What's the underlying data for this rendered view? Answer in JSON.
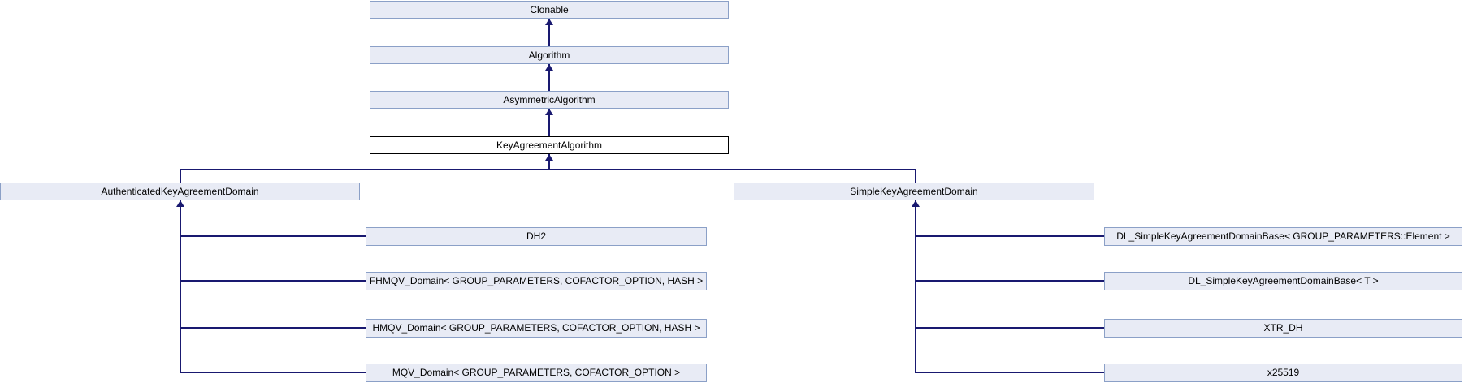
{
  "diagram": {
    "title": "Inheritance diagram for KeyAgreementAlgorithm",
    "colors": {
      "node_fill": "#E8EBF5",
      "node_border": "#8BA0C7",
      "edge": "#191970",
      "current_node_fill": "#FFFFFF",
      "current_node_border": "#000000"
    },
    "nodes": [
      {
        "id": "clonable",
        "label": "Clonable",
        "current": false
      },
      {
        "id": "algorithm",
        "label": "Algorithm",
        "current": false
      },
      {
        "id": "asymmetric-algorithm",
        "label": "AsymmetricAlgorithm",
        "current": false
      },
      {
        "id": "key-agreement-algorithm",
        "label": "KeyAgreementAlgorithm",
        "current": true
      },
      {
        "id": "authenticated-key-agreement-domain",
        "label": "AuthenticatedKeyAgreementDomain",
        "current": false
      },
      {
        "id": "simple-key-agreement-domain",
        "label": "SimpleKeyAgreementDomain",
        "current": false
      },
      {
        "id": "dh2",
        "label": "DH2",
        "current": false
      },
      {
        "id": "fhmqv-domain",
        "label": "FHMQV_Domain< GROUP_PARAMETERS, COFACTOR_OPTION, HASH >",
        "current": false
      },
      {
        "id": "hmqv-domain",
        "label": "HMQV_Domain< GROUP_PARAMETERS, COFACTOR_OPTION, HASH >",
        "current": false
      },
      {
        "id": "mqv-domain",
        "label": "MQV_Domain< GROUP_PARAMETERS, COFACTOR_OPTION >",
        "current": false
      },
      {
        "id": "dl-simple-base-element",
        "label": "DL_SimpleKeyAgreementDomainBase< GROUP_PARAMETERS::Element >",
        "current": false
      },
      {
        "id": "dl-simple-base-t",
        "label": "DL_SimpleKeyAgreementDomainBase< T >",
        "current": false
      },
      {
        "id": "xtr-dh",
        "label": "XTR_DH",
        "current": false
      },
      {
        "id": "x25519",
        "label": "x25519",
        "current": false
      }
    ],
    "edges": [
      {
        "from": "Algorithm",
        "to": "Clonable"
      },
      {
        "from": "AsymmetricAlgorithm",
        "to": "Algorithm"
      },
      {
        "from": "KeyAgreementAlgorithm",
        "to": "AsymmetricAlgorithm"
      },
      {
        "from": "AuthenticatedKeyAgreementDomain",
        "to": "KeyAgreementAlgorithm"
      },
      {
        "from": "SimpleKeyAgreementDomain",
        "to": "KeyAgreementAlgorithm"
      },
      {
        "from": "DH2",
        "to": "AuthenticatedKeyAgreementDomain"
      },
      {
        "from": "FHMQV_Domain< GROUP_PARAMETERS, COFACTOR_OPTION, HASH >",
        "to": "AuthenticatedKeyAgreementDomain"
      },
      {
        "from": "HMQV_Domain< GROUP_PARAMETERS, COFACTOR_OPTION, HASH >",
        "to": "AuthenticatedKeyAgreementDomain"
      },
      {
        "from": "MQV_Domain< GROUP_PARAMETERS, COFACTOR_OPTION >",
        "to": "AuthenticatedKeyAgreementDomain"
      },
      {
        "from": "DL_SimpleKeyAgreementDomainBase< GROUP_PARAMETERS::Element >",
        "to": "SimpleKeyAgreementDomain"
      },
      {
        "from": "DL_SimpleKeyAgreementDomainBase< T >",
        "to": "SimpleKeyAgreementDomain"
      },
      {
        "from": "XTR_DH",
        "to": "SimpleKeyAgreementDomain"
      },
      {
        "from": "x25519",
        "to": "SimpleKeyAgreementDomain"
      }
    ]
  }
}
